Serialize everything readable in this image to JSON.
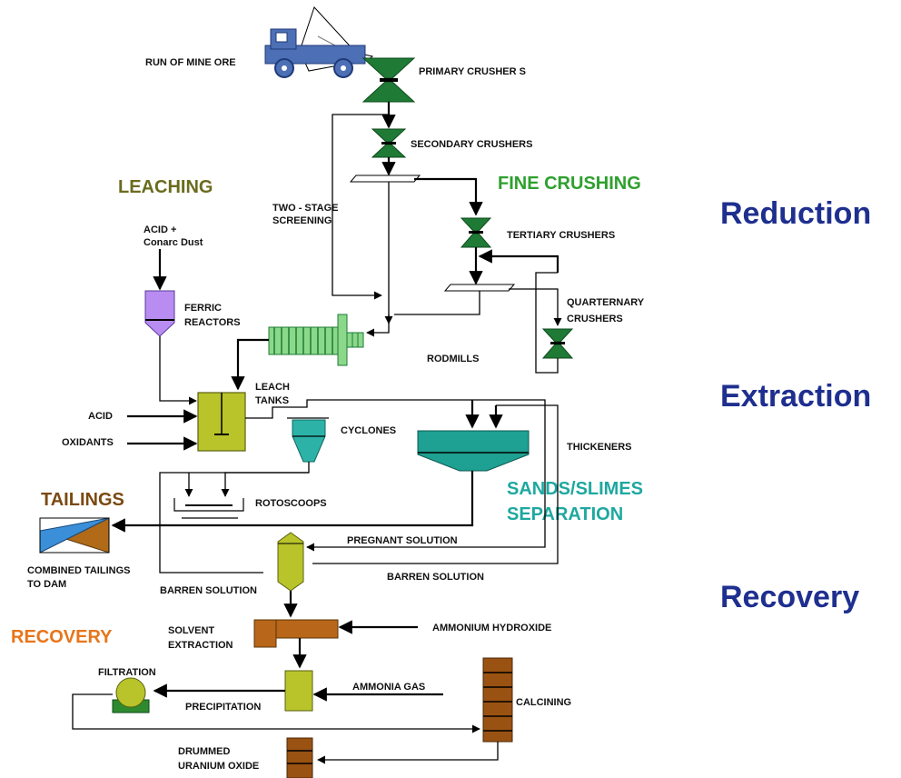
{
  "stages": {
    "reduction": "Reduction",
    "extraction": "Extraction",
    "recovery": "Recovery"
  },
  "headings": {
    "leaching": "LEACHING",
    "fine_crushing": "FINE CRUSHING",
    "tailings": "TAILINGS",
    "sands_slimes_1": "SANDS/SLIMES",
    "sands_slimes_2": "SEPARATION",
    "recovery": "RECOVERY"
  },
  "labels": {
    "run_of_mine_ore": "RUN OF MINE ORE",
    "primary_crushers": "PRIMARY CRUSHER S",
    "secondary_crushers": "SECONDARY CRUSHERS",
    "two_stage_1": "TWO - STAGE",
    "two_stage_2": "SCREENING",
    "acid_dust_1": "ACID +",
    "acid_dust_2": "Conarc Dust",
    "tertiary_crushers": "TERTIARY CRUSHERS",
    "ferric_1": "FERRIC",
    "ferric_2": "REACTORS",
    "quarternary_1": "QUARTERNARY",
    "quarternary_2": "CRUSHERS",
    "rodmills": "RODMILLS",
    "leach_1": "LEACH",
    "leach_2": "TANKS",
    "acid": "ACID",
    "oxidants": "OXIDANTS",
    "cyclones": "CYCLONES",
    "thickeners": "THICKENERS",
    "rotoscoops": "ROTOSCOOPS",
    "pregnant_solution": "PREGNANT SOLUTION",
    "combined_1": "COMBINED TAILINGS",
    "combined_2": "TO DAM",
    "barren_solution_1": "BARREN SOLUTION",
    "barren_solution_2": "BARREN SOLUTION",
    "solvent_1": "SOLVENT",
    "solvent_2": "EXTRACTION",
    "ammonium_hydroxide": "AMMONIUM  HYDROXIDE",
    "filtration": "FILTRATION",
    "ammonia_gas": "AMMONIA  GAS",
    "calcining": "CALCINING",
    "precipitation": "PRECIPITATION",
    "drummed_1": "DRUMMED",
    "drummed_2": "URANIUM OXIDE"
  },
  "colors": {
    "stage_blue": "#1e2f8f",
    "leaching_olive": "#6b6b1e",
    "fine_crushing_green": "#2ea02e",
    "tailings_brown": "#7a4a12",
    "sands_teal": "#1ea8a0",
    "recovery_orange": "#e8751a",
    "crusher_green": "#1f7a35",
    "truck_blue": "#4c6fb5",
    "reactor_purple": "#b88cf0",
    "tank_olive": "#b8c42a",
    "cyclone_teal": "#2db2a8",
    "tailings_blue": "#3a8fd8",
    "solvent_brown": "#b8661a",
    "calciner_brown": "#9a5212",
    "rodmill_green": "#8bd88b"
  }
}
